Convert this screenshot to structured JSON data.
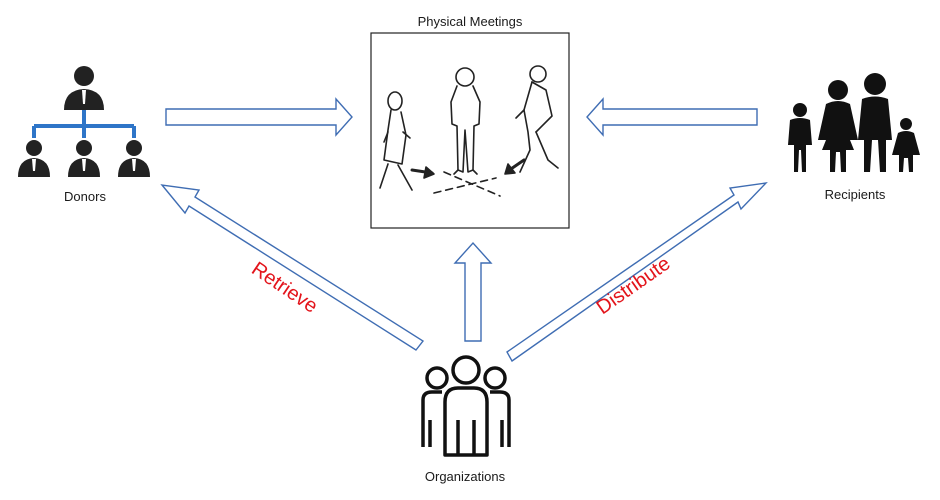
{
  "labels": {
    "physical_meetings": "Physical Meetings",
    "donors": "Donors",
    "recipients": "Recipients",
    "organizations": "Organizations"
  },
  "arrow_labels": {
    "retrieve": "Retrieve",
    "distribute": "Distribute"
  },
  "colors": {
    "arrow_stroke": "#3f6db3",
    "arrow_label": "#e3141b",
    "org_chart_lines": "#2e75c8"
  },
  "icons": [
    "donors-org-chart-icon",
    "people-meeting-illustration",
    "family-icon",
    "organizations-group-icon"
  ]
}
